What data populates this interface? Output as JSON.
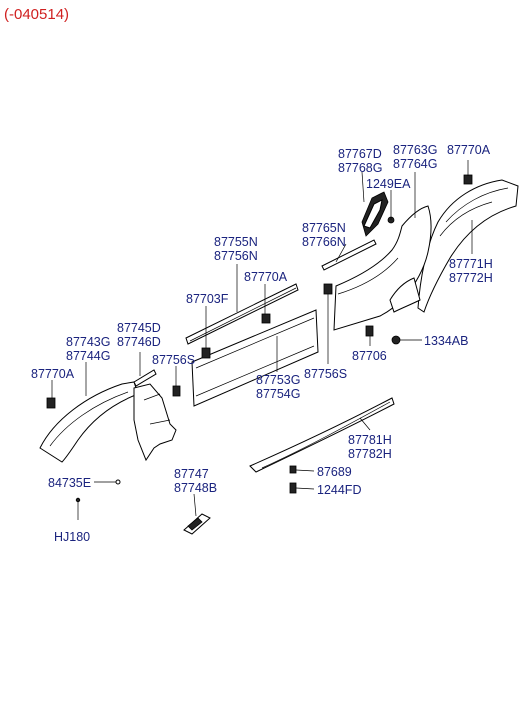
{
  "header": {
    "code": "(-040514)"
  },
  "labels": {
    "p87767D": "87767D",
    "p87768G": "87768G",
    "p87763G": "87763G",
    "p87764G": "87764G",
    "p87770A_top": "87770A",
    "p1249EA": "1249EA",
    "p87765N": "87765N",
    "p87766N": "87766N",
    "p87755N": "87755N",
    "p87756N": "87756N",
    "p87770A_mid": "87770A",
    "p87771H": "87771H",
    "p87772H": "87772H",
    "p87703F": "87703F",
    "p1334AB": "1334AB",
    "p87745D": "87745D",
    "p87746D": "87746D",
    "p87743G": "87743G",
    "p87744G": "87744G",
    "p87756S_left": "87756S",
    "p87706": "87706",
    "p87770A_left": "87770A",
    "p87756S_right": "87756S",
    "p87753G": "87753G",
    "p87754G": "87754G",
    "p87781H": "87781H",
    "p87782H": "87782H",
    "p87747": "87747",
    "p87748B": "87748B",
    "p87689": "87689",
    "p84735E": "84735E",
    "p1244FD": "1244FD",
    "pHJ180": "HJ180"
  },
  "colors": {
    "label": "#1a237e",
    "header": "#d02020",
    "line": "#000000"
  }
}
